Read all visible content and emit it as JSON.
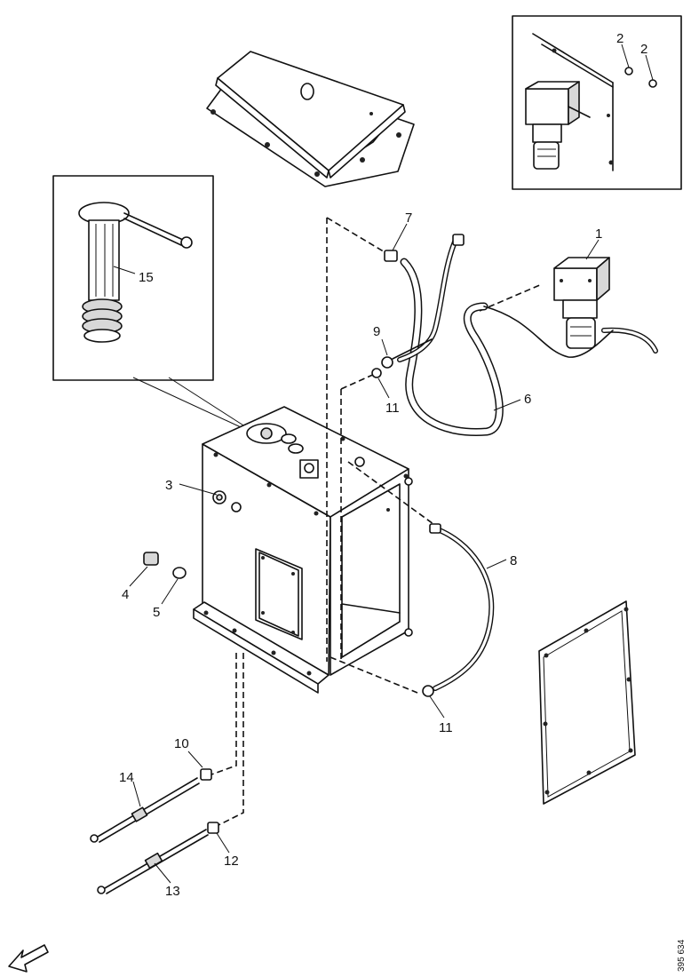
{
  "callouts": [
    {
      "id": "c1",
      "label": "1"
    },
    {
      "id": "c2a",
      "label": "2"
    },
    {
      "id": "c2b",
      "label": "2"
    },
    {
      "id": "c3",
      "label": "3"
    },
    {
      "id": "c4",
      "label": "4"
    },
    {
      "id": "c5",
      "label": "5"
    },
    {
      "id": "c6",
      "label": "6"
    },
    {
      "id": "c7",
      "label": "7"
    },
    {
      "id": "c8",
      "label": "8"
    },
    {
      "id": "c9",
      "label": "9"
    },
    {
      "id": "c10",
      "label": "10"
    },
    {
      "id": "c11a",
      "label": "11"
    },
    {
      "id": "c11b",
      "label": "11"
    },
    {
      "id": "c12",
      "label": "12"
    },
    {
      "id": "c13",
      "label": "13"
    },
    {
      "id": "c14",
      "label": "14"
    },
    {
      "id": "c15",
      "label": "15"
    }
  ],
  "reference_code": "395 634",
  "icons": {
    "front_direction": "arrow-front-icon"
  }
}
